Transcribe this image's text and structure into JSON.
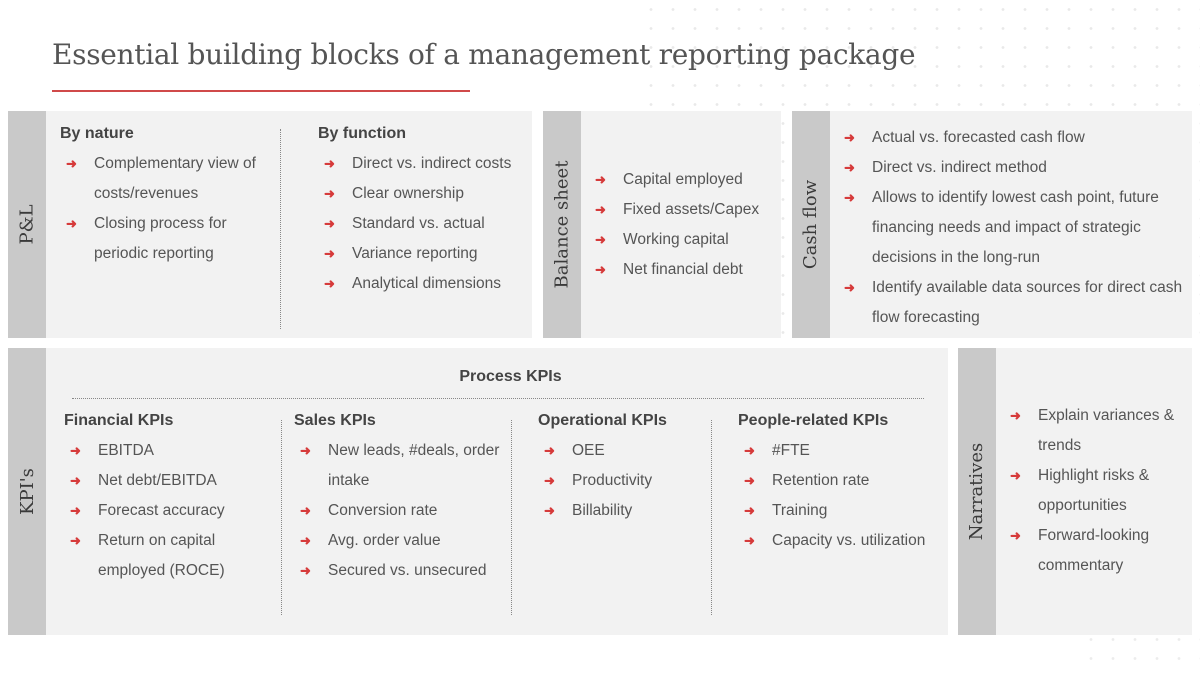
{
  "title": "Essential building blocks of a management reporting package",
  "colors": {
    "accent": "#d63a3a",
    "tab": "#c9c9c9",
    "panel": "#f2f2f2"
  },
  "icons": {
    "bullet": "arrow-right-icon"
  },
  "pl": {
    "tab": "P&L",
    "by_nature": {
      "heading": "By nature",
      "items": [
        "Complementary view of costs/revenues",
        "Closing process for periodic reporting"
      ]
    },
    "by_function": {
      "heading": "By function",
      "items": [
        "Direct vs. indirect costs",
        "Clear ownership",
        "Standard vs. actual",
        "Variance reporting",
        "Analytical dimensions"
      ]
    }
  },
  "balance_sheet": {
    "tab": "Balance sheet",
    "items": [
      "Capital employed",
      "Fixed assets/Capex",
      "Working capital",
      "Net financial debt"
    ]
  },
  "cash_flow": {
    "tab": "Cash flow",
    "items": [
      "Actual vs. forecasted cash flow",
      "Direct vs. indirect method",
      "Allows to identify lowest cash point, future financing needs and impact of strategic decisions in the long-run",
      "Identify available data sources for direct cash flow forecasting"
    ]
  },
  "kpis": {
    "tab": "KPI's",
    "process_heading": "Process KPIs",
    "financial": {
      "heading": "Financial KPIs",
      "items": [
        "EBITDA",
        "Net debt/EBITDA",
        "Forecast accuracy",
        "Return on capital employed (ROCE)"
      ]
    },
    "sales": {
      "heading": "Sales KPIs",
      "items": [
        "New leads, #deals, order intake",
        "Conversion rate",
        "Avg. order value",
        "Secured vs. unsecured"
      ]
    },
    "operational": {
      "heading": "Operational KPIs",
      "items": [
        "OEE",
        "Productivity",
        "Billability"
      ]
    },
    "people": {
      "heading": "People-related KPIs",
      "items": [
        "#FTE",
        "Retention rate",
        "Training",
        "Capacity vs. utilization"
      ]
    }
  },
  "narratives": {
    "tab": "Narratives",
    "items": [
      "Explain variances & trends",
      "Highlight risks & opportunities",
      "Forward-looking commentary"
    ]
  }
}
